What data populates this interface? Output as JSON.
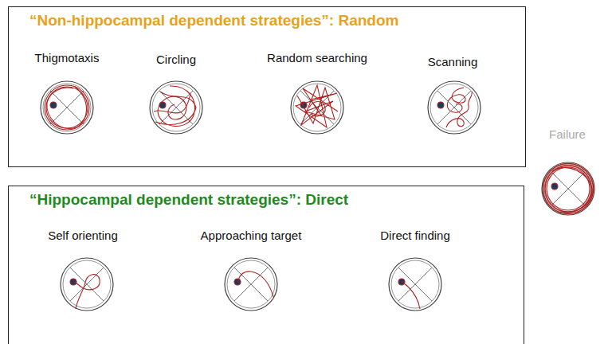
{
  "diagram": {
    "nodes": [
      {
        "text": [
          "“Non-hippocampal dependent strategies”: Random"
        ]
      },
      {
        "text": [
          "“Hippocampal dependent strategies”: Direct"
        ]
      }
    ],
    "labels": [
      "Thigmotaxis",
      "Circling",
      "Random searching",
      "Scanning",
      "Self orienting",
      "Approaching target",
      "Direct finding",
      "Failure"
    ]
  }
}
